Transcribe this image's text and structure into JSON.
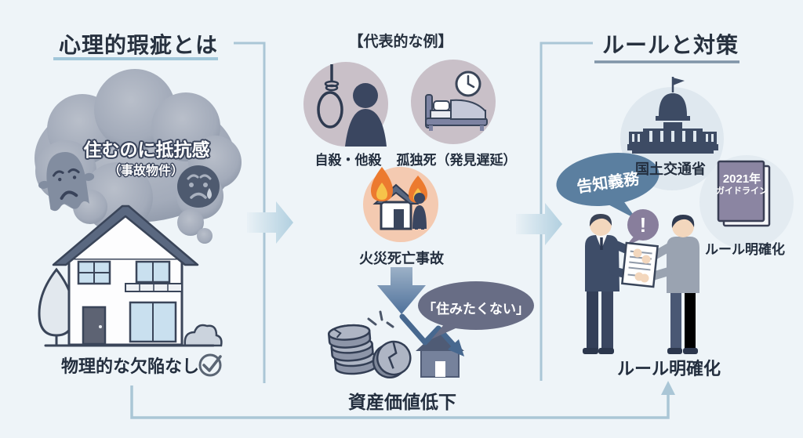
{
  "canvas": {
    "bg": "#eef4f8"
  },
  "left_section": {
    "title": "心理的瑕疵とは",
    "cloud": {
      "line1": "住むのに抵抗感",
      "line2": "（事故物件）"
    },
    "bottom_label": "物理的な欠陥なし"
  },
  "middle_section": {
    "title": "【代表的な例】",
    "examples": [
      {
        "label": "自殺・他殺",
        "icon": "noose-silhouette-icon"
      },
      {
        "label": "孤独死（発見遅延）",
        "icon": "bed-clock-icon"
      },
      {
        "label": "火災死亡事故",
        "icon": "burning-house-icon"
      }
    ],
    "speech_bubble": "「住みたくない」",
    "result_label": "資産価値低下"
  },
  "right_section": {
    "title": "ルールと対策",
    "ministry_label": "国土交通省",
    "guideline_book": {
      "line1": "2021年",
      "line2": "ガイドライン"
    },
    "disclosure_bubble": "告知義務",
    "exclamation": "!",
    "rule_label_side": "ルール明確化",
    "rule_label_bottom": "ルール明確化"
  },
  "icons": [
    "sad-ghost-icon",
    "crying-face-icon",
    "two-story-house-icon",
    "check-circle-icon",
    "noose-silhouette-icon",
    "bed-clock-icon",
    "burning-house-icon",
    "down-arrow-icon",
    "broken-coins-icon",
    "declining-house-arrow-icon",
    "government-building-icon",
    "guideline-book-icon",
    "exclamation-bubble-icon",
    "agent-buyer-handover-icon",
    "flow-arrow-icon"
  ],
  "colors": {
    "background": "#eef4f8",
    "title_text": "#27313f",
    "underline_left": "#a2c7da",
    "underline_right": "#8094a8",
    "connector_blue": "#aac6d6",
    "cloud_gray": "#97a0b0",
    "circle_mauve": "#c9c0c8",
    "circle_peach": "#f4cab1",
    "steel_blue_arrow": "#4f719b",
    "bubble_dark": "#686d85",
    "bubble_disclosure": "#5b7fa0",
    "bubble_exclamation": "#887e9c",
    "book_purple": "#8b85a2",
    "building_navy": "#3d4b64"
  }
}
